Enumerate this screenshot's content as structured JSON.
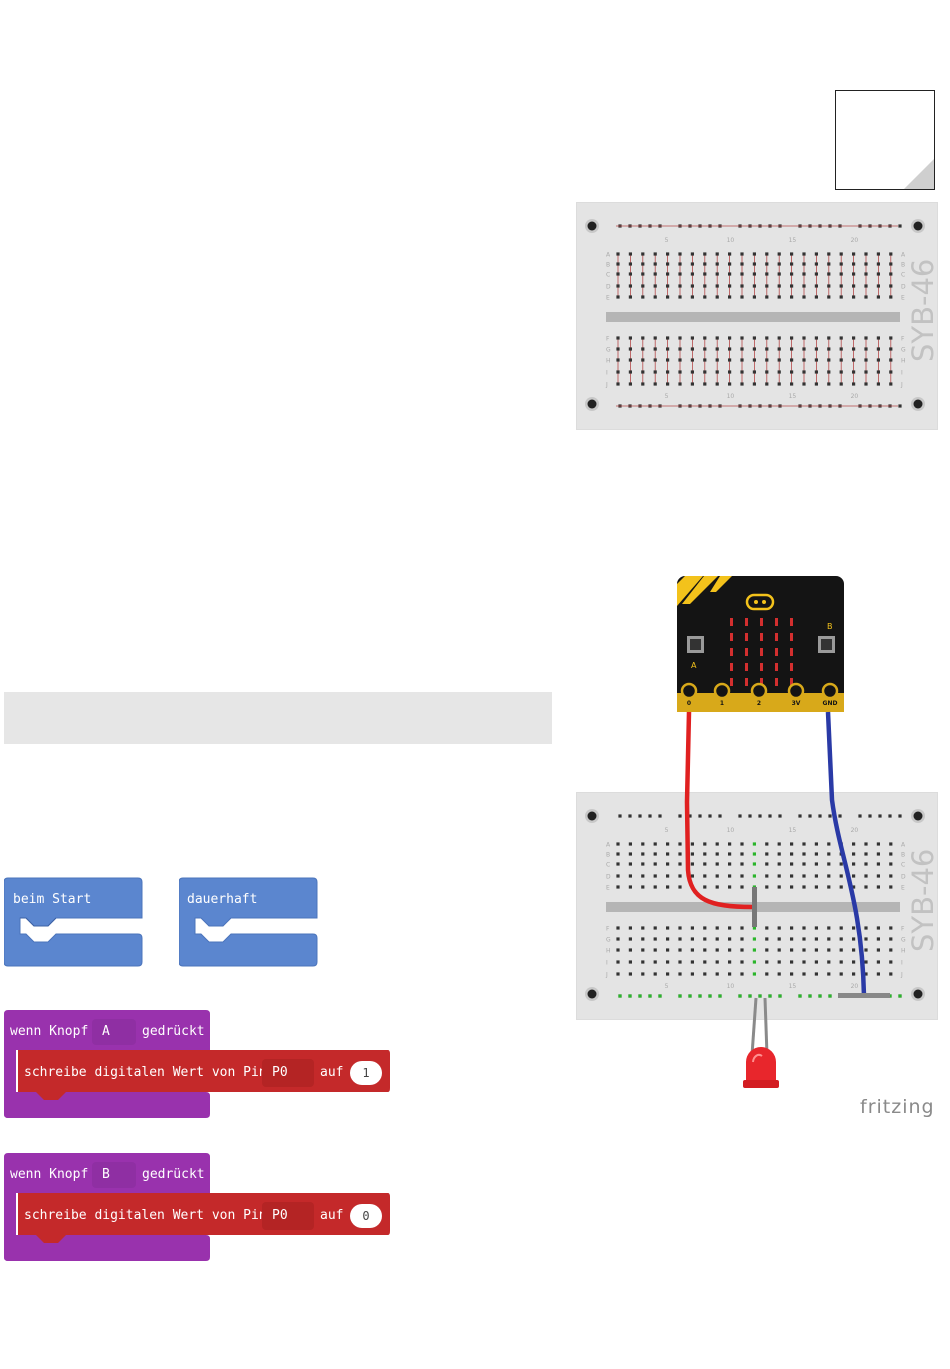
{
  "breadboard_label": "SYB-46",
  "row_letters_top": [
    "A",
    "B",
    "C",
    "D",
    "E"
  ],
  "row_letters_bottom": [
    "F",
    "G",
    "H",
    "I",
    "J"
  ],
  "column_numbers": [
    "5",
    "10",
    "15",
    "20"
  ],
  "microbit": {
    "pins": [
      "0",
      "1",
      "2",
      "3V",
      "GND"
    ],
    "button_a": "A",
    "button_b": "B"
  },
  "fritzing_label": "fritzing",
  "blocks": {
    "on_start": "beim Start",
    "forever": "dauerhaft",
    "button_a_event": {
      "prefix": "wenn Knopf",
      "button": "A",
      "suffix": "gedrückt"
    },
    "button_b_event": {
      "prefix": "wenn Knopf",
      "button": "B",
      "suffix": "gedrückt"
    },
    "write_a": {
      "text": "schreibe digitalen Wert von Pin",
      "pin": "P0",
      "to": "auf",
      "value": "1"
    },
    "write_b": {
      "text": "schreibe digitalen Wert von Pin",
      "pin": "P0",
      "to": "auf",
      "value": "0"
    }
  },
  "colors": {
    "block_blue": "#5b86cf",
    "block_purple": "#9932ad",
    "block_red": "#c4292a",
    "wire_red": "#e02020",
    "wire_blue": "#2a3aa6",
    "led_red": "#e8262c"
  }
}
